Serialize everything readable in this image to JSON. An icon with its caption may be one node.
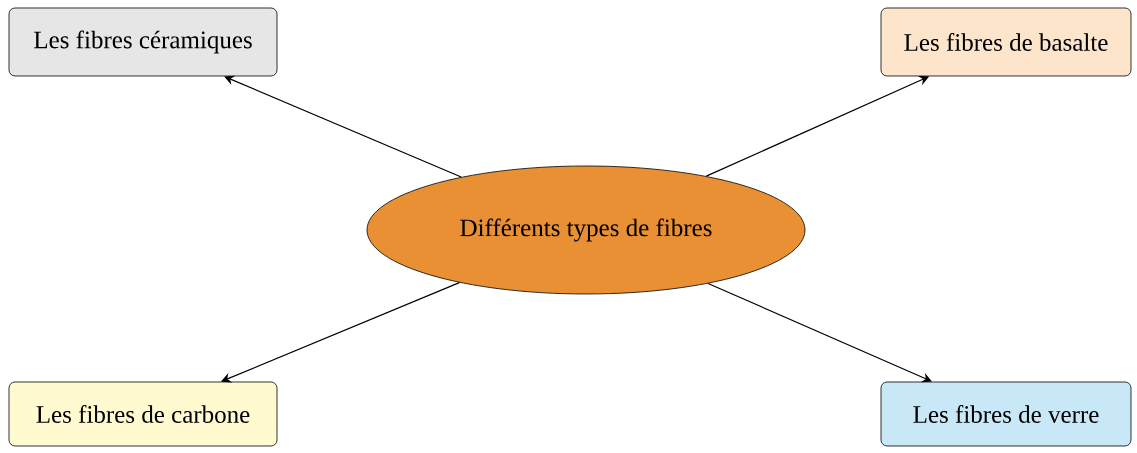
{
  "diagram": {
    "nodes": [
      {
        "text": [
          "Les fibres céramiques"
        ]
      },
      {
        "text": [
          "Les fibres de basalte"
        ]
      },
      {
        "text": [
          "Différents types de fibres"
        ]
      },
      {
        "text": [
          "Les fibres de carbone"
        ]
      },
      {
        "text": [
          "Les fibres de verre"
        ]
      }
    ],
    "edges": [
      {
        "from": 2,
        "to": 0,
        "arrow": "to"
      },
      {
        "from": 2,
        "to": 1,
        "arrow": "to"
      },
      {
        "from": 2,
        "to": 3,
        "arrow": "to"
      },
      {
        "from": 2,
        "to": 4,
        "arrow": "to"
      }
    ]
  }
}
